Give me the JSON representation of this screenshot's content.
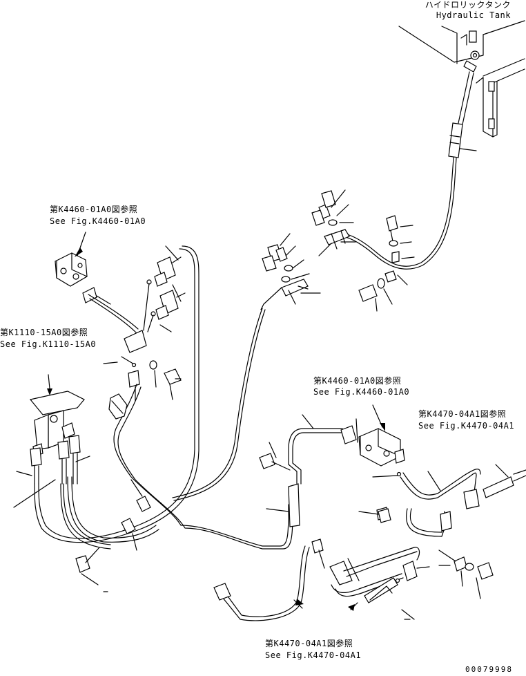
{
  "refs": {
    "tank_jp": "ハイドロリックタンク",
    "tank_en": "Hydraulic Tank",
    "ref1_jp": "第K4460-01A0図参照",
    "ref1_en": "See Fig.K4460-01A0",
    "ref2_jp": "第K1110-15A0図参照",
    "ref2_en": "See Fig.K1110-15A0",
    "ref3_jp": "第K4460-01A0図参照",
    "ref3_en": "See Fig.K4460-01A0",
    "ref4_jp": "第K4470-04A1図参照",
    "ref4_en": "See Fig.K4470-04A1",
    "ref5_jp": "第K4470-04A1図参照",
    "ref5_en": "See Fig.K4470-04A1"
  },
  "drawing_number": "00079998",
  "icons": {
    "tank": "hydraulic-tank-icon",
    "valve": "control-valve-icon",
    "pedal": "pedal-valve-icon",
    "bolt": "bolt-icon",
    "clamp": "clamp-icon",
    "hose": "hose-icon"
  }
}
